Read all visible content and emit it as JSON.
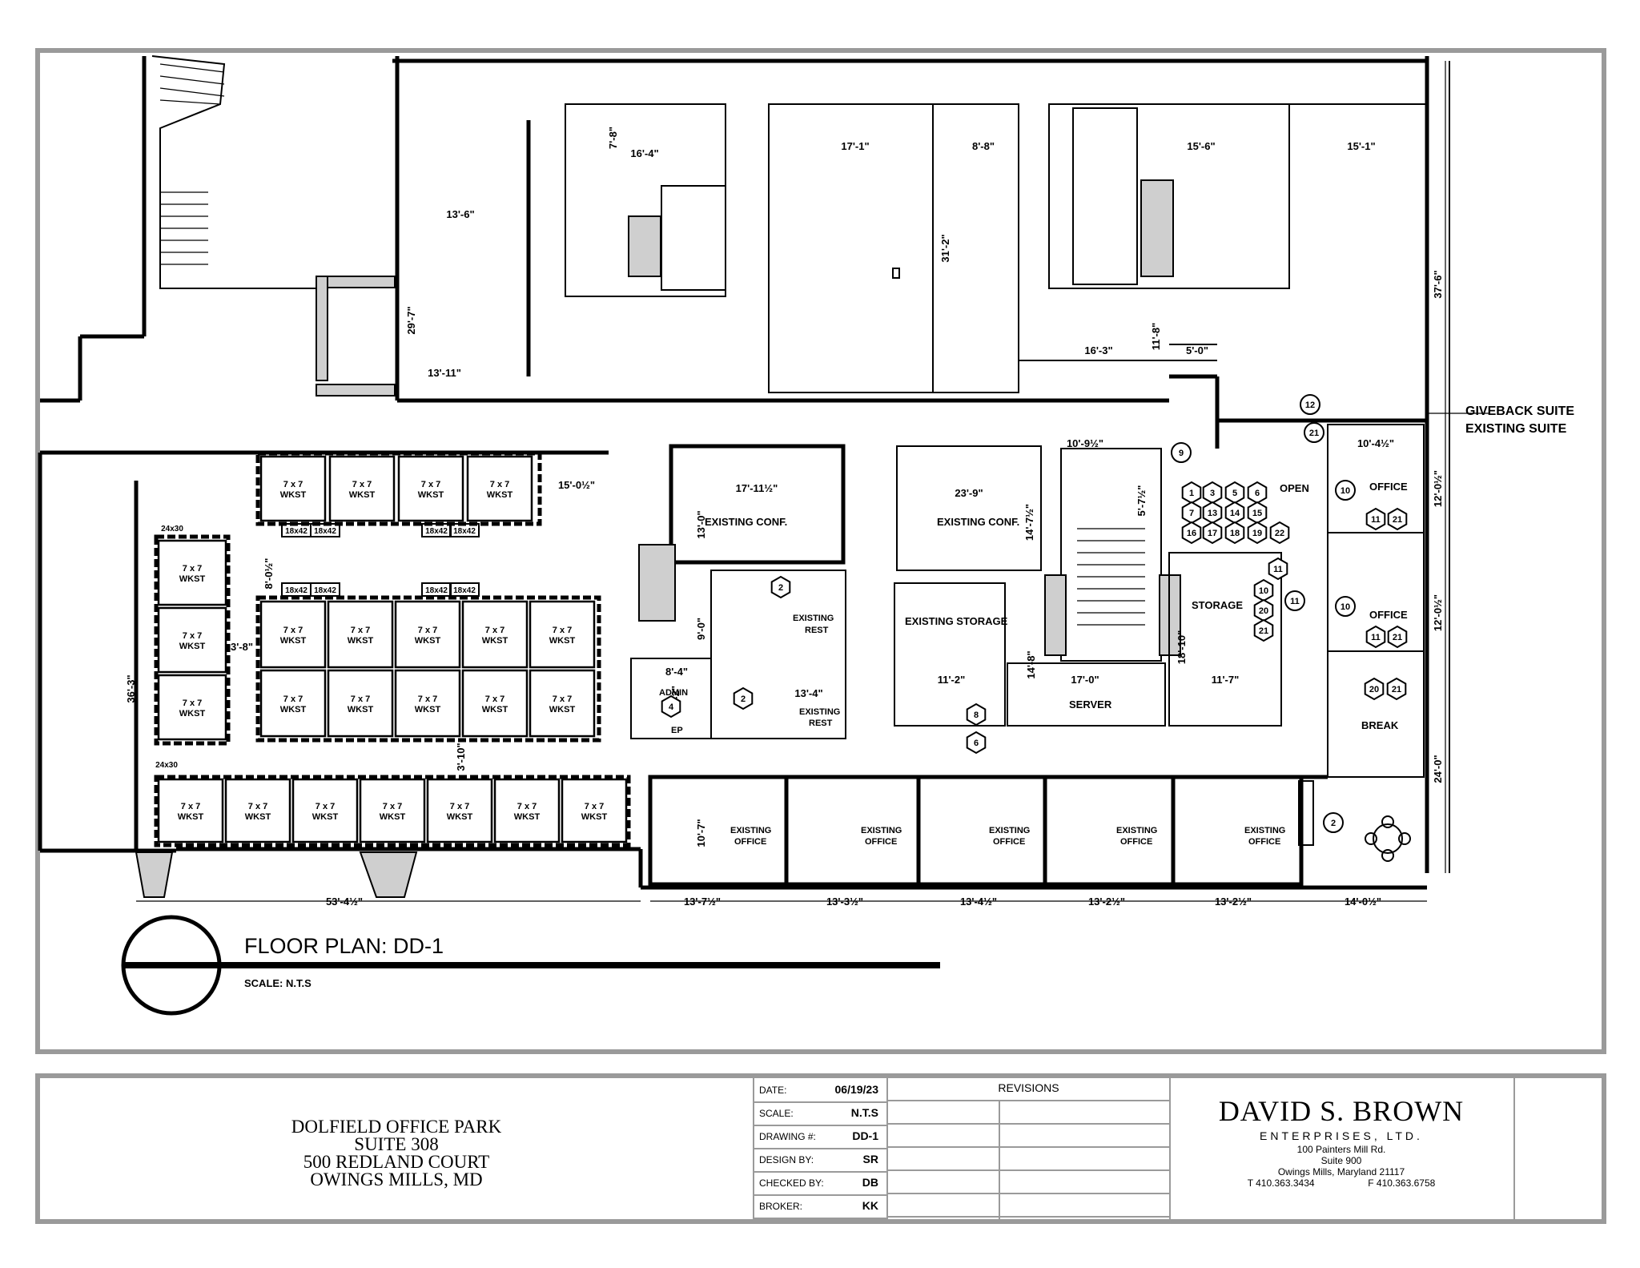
{
  "title_block": {
    "project_lines": [
      "DOLFIELD OFFICE PARK",
      "SUITE 308",
      "500 REDLAND COURT",
      "OWINGS MILLS, MD"
    ],
    "fields": [
      {
        "label": "DATE:",
        "value": "06/19/23"
      },
      {
        "label": "SCALE:",
        "value": "N.T.S"
      },
      {
        "label": "DRAWING #:",
        "value": "DD-1"
      },
      {
        "label": "DESIGN BY:",
        "value": "SR"
      },
      {
        "label": "CHECKED BY:",
        "value": "DB"
      },
      {
        "label": "BROKER:",
        "value": "KK"
      }
    ],
    "revisions_header": "REVISIONS",
    "company": {
      "name": "DAVID S. BROWN",
      "subtitle": "ENTERPRISES, LTD.",
      "address_lines": [
        "100 Painters Mill Rd.",
        "Suite 900",
        "Owings Mills, Maryland 21117"
      ],
      "phone": "T 410.363.3434",
      "fax": "F 410.363.6758"
    }
  },
  "plan": {
    "title": "FLOOR PLAN: DD-1",
    "scale": "SCALE:  N.T.S",
    "suite_note_1": "GIVEBACK SUITE",
    "suite_note_2": "EXISTING SUITE",
    "rooms": {
      "existing_conf_1": "EXISTING  CONF.",
      "existing_conf_2": "EXISTING  CONF.",
      "existing_storage": "EXISTING  STORAGE",
      "server": "SERVER",
      "storage": "STORAGE",
      "open": "OPEN",
      "office": "OFFICE",
      "break": "BREAK",
      "admin": "ADMIN",
      "ep": "EP",
      "existing": "EXISTING",
      "rest": "REST",
      "existing_office_1": "EXISTING",
      "existing_office_2": "OFFICE"
    },
    "workstation_top": "7 x 7",
    "workstation_bottom": "WKST",
    "file_label": "18x42",
    "file_label_alt": "24x30",
    "dimensions": [
      "13'-6\"",
      "13'-11\"",
      "29'-7\"",
      "16'-4\"",
      "7'-8\"",
      "17'-1\"",
      "8'-8\"",
      "31'-2\"",
      "15'-6\"",
      "15'-1\"",
      "16'-3\"",
      "5'-0\"",
      "11'-8\"",
      "37'-6\"",
      "15'-0½\"",
      "17'-11½\"",
      "23'-9\"",
      "13'-0\"",
      "14'-7½\"",
      "5'-7½\"",
      "10'-9½\"",
      "10'-4½\"",
      "12'-0½\"",
      "12'-0½\"",
      "8'-0½\"",
      "3'-8\"",
      "36'-3\"",
      "9'-0\"",
      "8'-4\"",
      "8'-2\"",
      "13'-4\"",
      "11'-2\"",
      "14'-8\"",
      "17'-0\"",
      "18'-10\"",
      "11'-7\"",
      "24'-0\"",
      "3'-10\"",
      "10'-7\"",
      "53'-4½\"",
      "13'-7½\"",
      "13'-3½\"",
      "13'-4½\"",
      "13'-2½\"",
      "13'-2½\"",
      "14'-0½\""
    ],
    "tags": [
      "2",
      "2",
      "2",
      "4",
      "6",
      "8",
      "9",
      "10",
      "10",
      "10",
      "11",
      "11",
      "11",
      "11",
      "12",
      "20",
      "20",
      "21",
      "21",
      "21",
      "21",
      "21"
    ],
    "open_tags": [
      "1",
      "3",
      "5",
      "6",
      "7",
      "13",
      "14",
      "15",
      "16",
      "17",
      "18",
      "19",
      "22"
    ]
  }
}
